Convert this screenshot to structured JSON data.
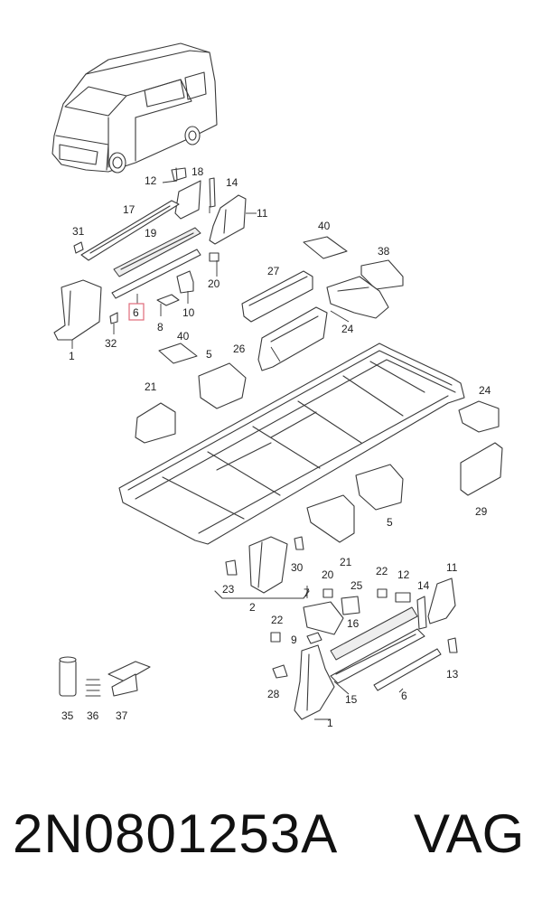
{
  "footer": {
    "part_number": "2N0801253A",
    "brand": "VAG"
  },
  "callouts": [
    "12",
    "18",
    "14",
    "17",
    "11",
    "31",
    "19",
    "40",
    "38",
    "27",
    "20",
    "6",
    "8",
    "10",
    "24",
    "32",
    "1",
    "40",
    "5",
    "26",
    "21",
    "24",
    "29",
    "21",
    "5",
    "30",
    "23",
    "2",
    "20",
    "22",
    "12",
    "11",
    "7",
    "25",
    "16",
    "14",
    "22",
    "9",
    "13",
    "28",
    "15",
    "6",
    "1",
    "35",
    "36",
    "37"
  ],
  "highlighted_callout": "6"
}
